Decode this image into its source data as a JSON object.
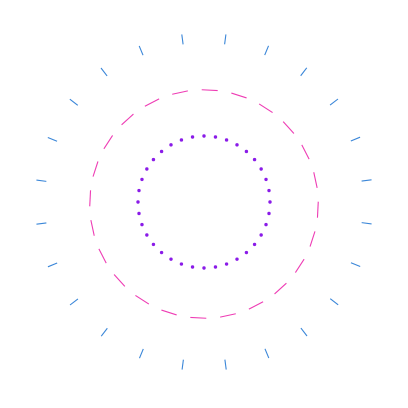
{
  "pattern": {
    "outer_ring": {
      "tick_count": 24,
      "color": "#3a86d8"
    },
    "middle_ring": {
      "dash_count": 24,
      "color": "#ee3cb4"
    },
    "inner_ring": {
      "dot_count": 36,
      "color": "#8a1be8"
    }
  }
}
